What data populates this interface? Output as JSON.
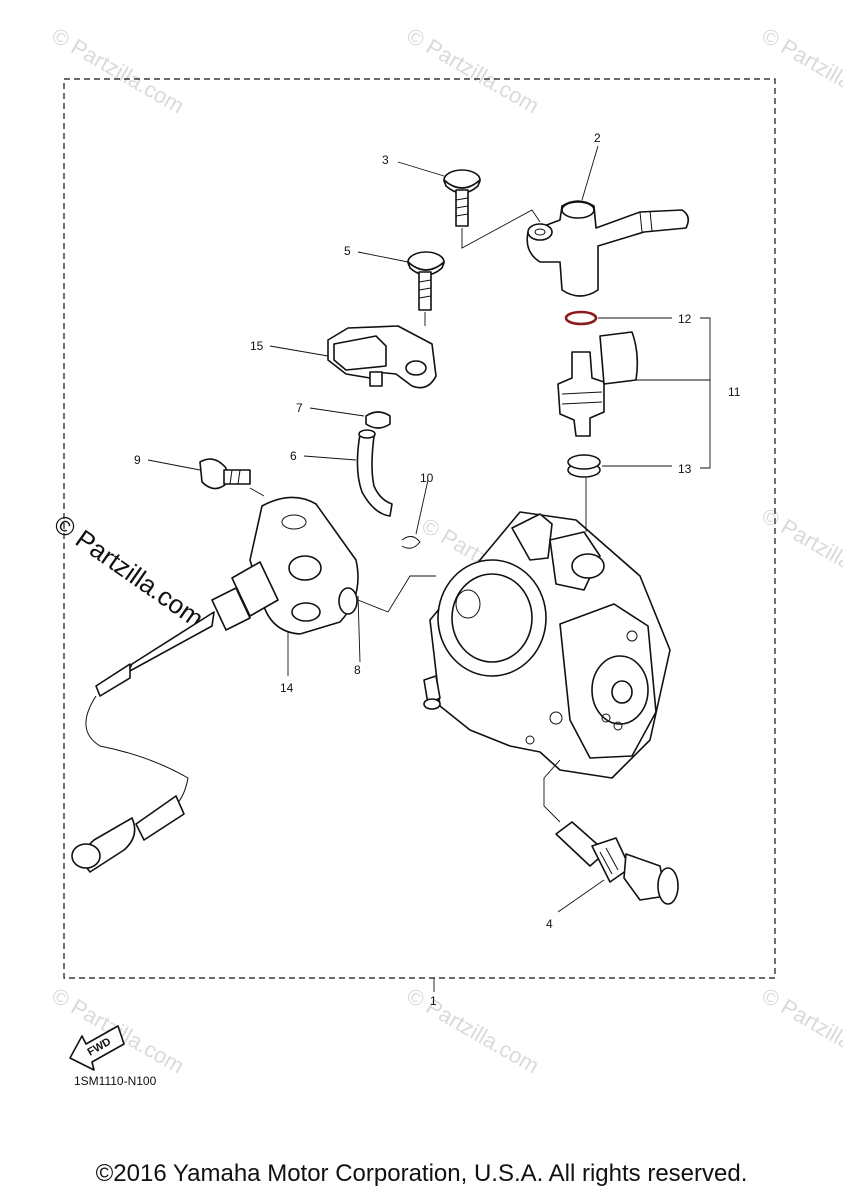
{
  "diagram": {
    "callouts": [
      "1",
      "2",
      "3",
      "4",
      "5",
      "6",
      "7",
      "8",
      "9",
      "10",
      "11",
      "12",
      "13",
      "14",
      "15"
    ],
    "part_code": "1SM1110-N100",
    "fwd_label": "FWD",
    "watermark_small": "© Partzilla.com",
    "watermark_large": "© Partzilla.com",
    "colors": {
      "line": "#111111",
      "watermark": "#dadada",
      "oring": "#8b1a1a"
    }
  },
  "footer": {
    "copyright": "©2016 Yamaha Motor Corporation, U.S.A. All rights reserved."
  }
}
